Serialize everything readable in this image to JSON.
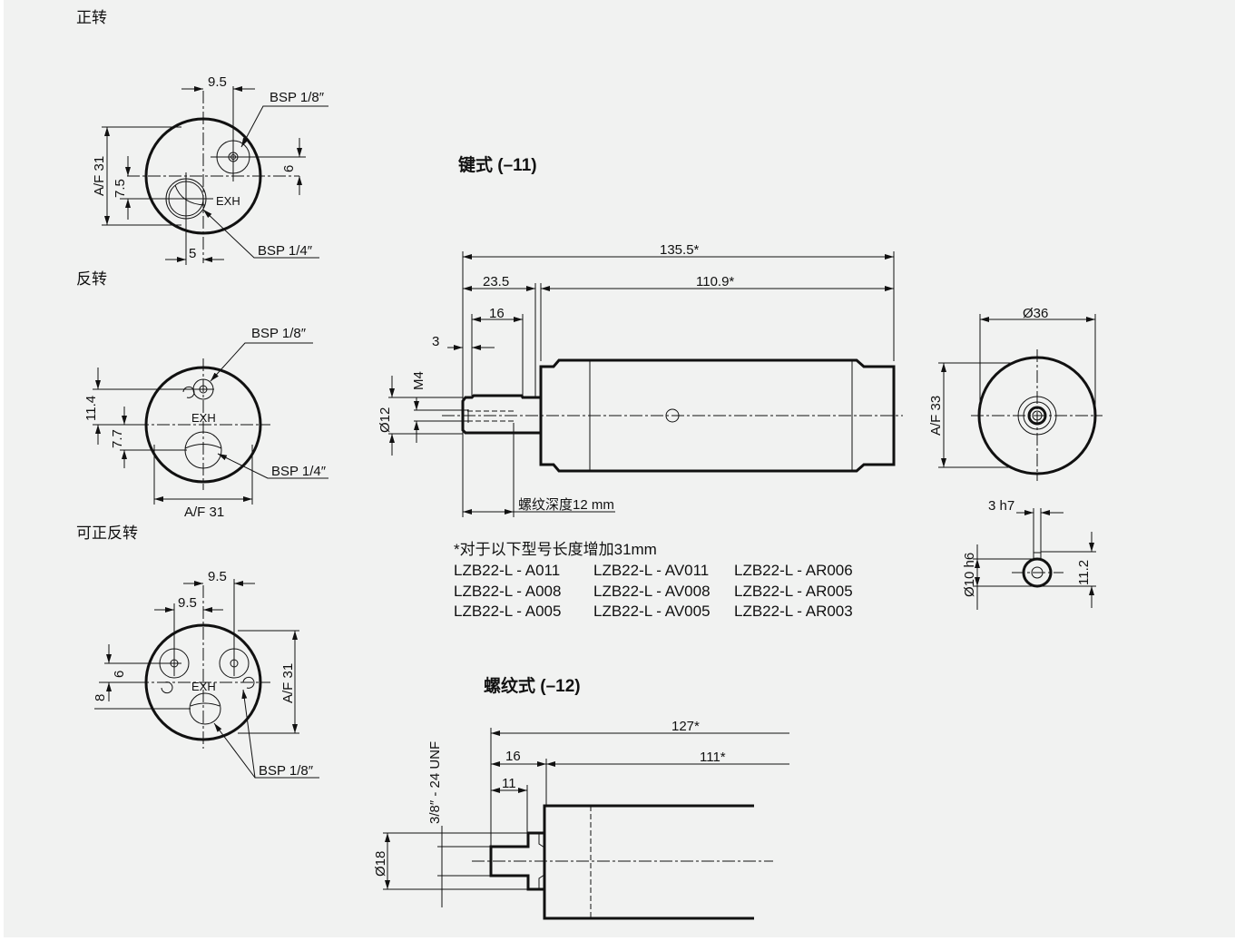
{
  "sections": {
    "forward": "正转",
    "reverse": "反转",
    "reversible": "可正反转",
    "keyed": "键式 (–11)",
    "threaded": "螺纹式 (–12)"
  },
  "forward_view": {
    "d95": "9.5",
    "bsp18": "BSP 1/8″",
    "af31": "A/F 31",
    "d75": "7.5",
    "d6": "6",
    "exh": "EXH",
    "d5": "5",
    "bsp14": "BSP 1/4″"
  },
  "reverse_view": {
    "bsp18": "BSP 1/8″",
    "d114": "11.4",
    "d77": "7.7",
    "exh": "EXH",
    "bsp14": "BSP 1/4″",
    "af31": "A/F 31"
  },
  "reversible_view": {
    "d95a": "9.5",
    "d95b": "9.5",
    "d6": "6",
    "d8": "8",
    "exh": "EXH",
    "af31": "A/F 31",
    "bsp18": "BSP 1/8″"
  },
  "keyed": {
    "l1355": "135.5*",
    "l235": "23.5",
    "l1109": "110.9*",
    "l16": "16",
    "l3": "3",
    "m4": "M4",
    "d12": "Ø12",
    "thread_depth": "螺纹深度12 mm",
    "d36": "Ø36",
    "af33": "A/F 33",
    "h7": "3 h7",
    "d10": "Ø10 h6",
    "d112": "11.2"
  },
  "note": {
    "title": "*对于以下型号长度增加31mm",
    "models": [
      [
        "LZB22-L - A011",
        "LZB22-L - AV011",
        "LZB22-L - AR006"
      ],
      [
        "LZB22-L - A008",
        "LZB22-L - AV008",
        "LZB22-L - AR005"
      ],
      [
        "LZB22-L - A005",
        "LZB22-L - AV005",
        "LZB22-L - AR003"
      ]
    ]
  },
  "threaded": {
    "l127": "127*",
    "l16": "16",
    "l111": "111*",
    "l11": "11",
    "unf": "3/8″ - 24 UNF",
    "d18": "Ø18"
  }
}
